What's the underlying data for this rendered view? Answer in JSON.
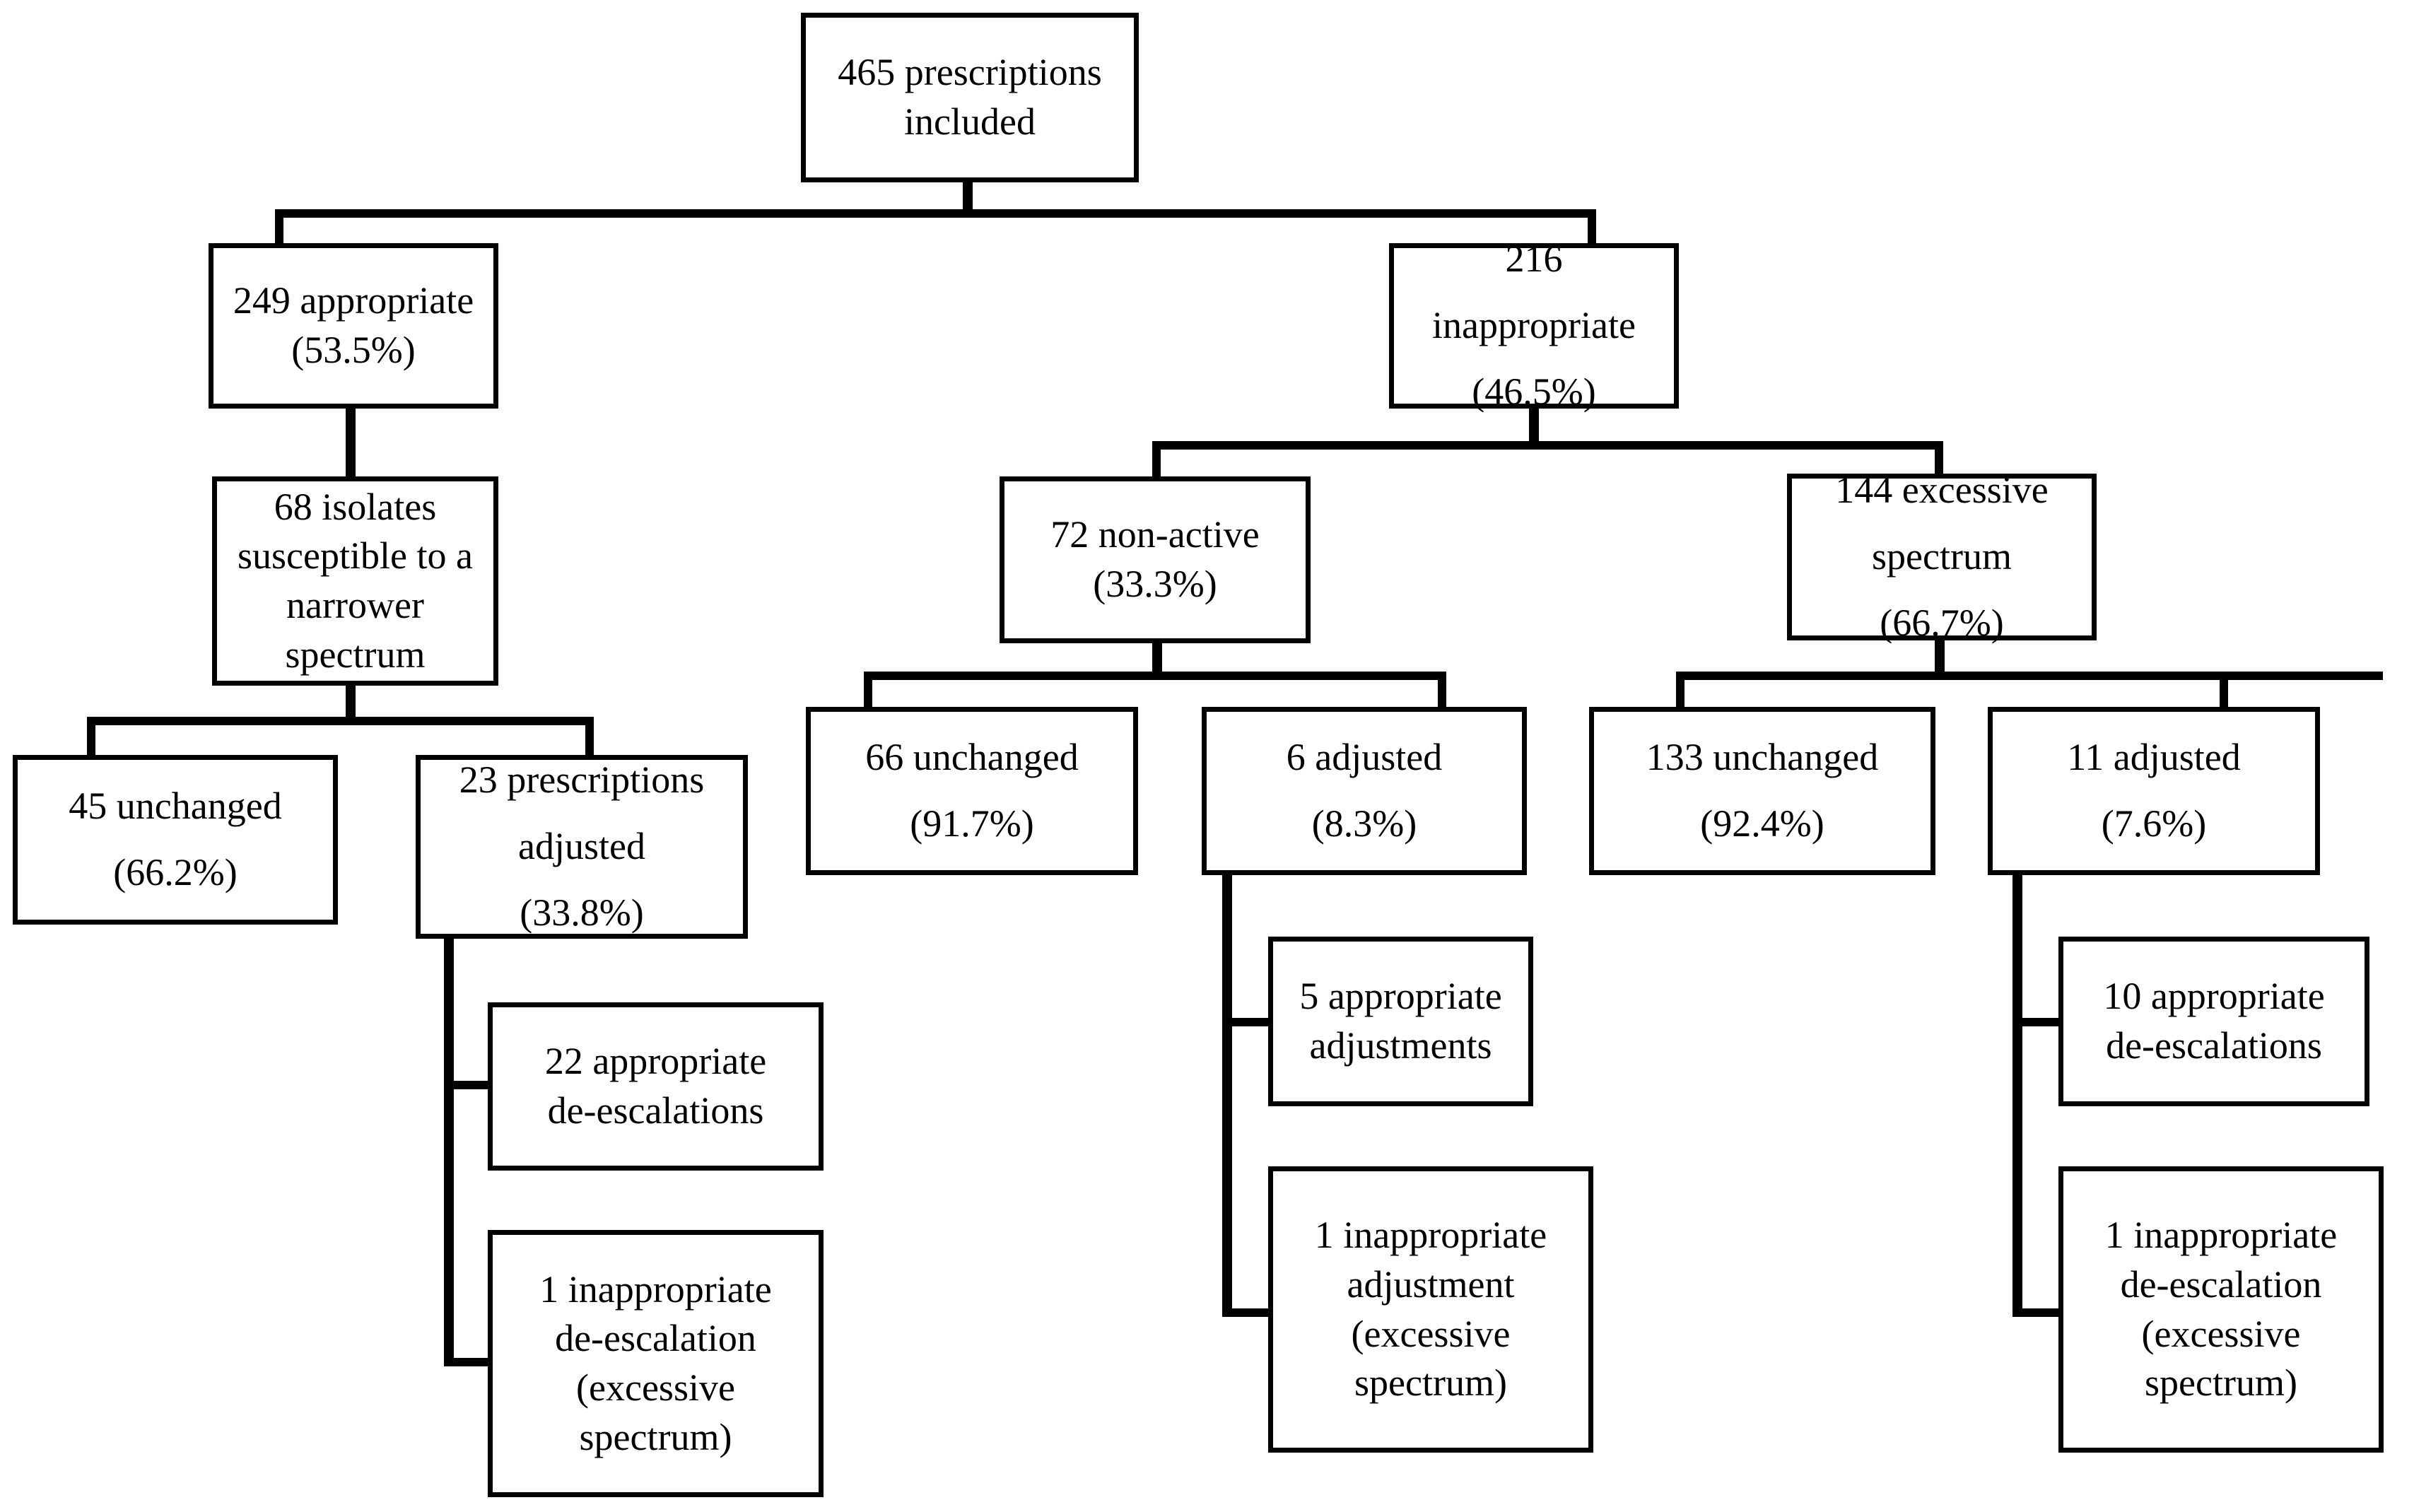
{
  "diagram": {
    "title": "Prescription appropriateness and adjustment flowchart",
    "line_color": "#000000",
    "box_border_color": "#000000",
    "box_fill_color": "#ffffff",
    "background_color": "#ffffff"
  },
  "nodes": {
    "root": {
      "name": "total-prescriptions",
      "lines": [
        "465 prescriptions",
        "included"
      ]
    },
    "appropriate": {
      "name": "appropriate-prescriptions",
      "lines": [
        "249 appropriate",
        "(53.5%)"
      ],
      "count": 249,
      "percent": "53.5%"
    },
    "inappropriate": {
      "name": "inappropriate-prescriptions",
      "lines": [
        "216",
        "inappropriate",
        "(46.5%)"
      ],
      "count": 216,
      "percent": "46.5%"
    },
    "isolates": {
      "name": "isolates-susceptible-narrower",
      "lines": [
        "68 isolates",
        "susceptible  to a",
        "narrower",
        "spectrum"
      ],
      "count": 68
    },
    "nonactive": {
      "name": "non-active-prescriptions",
      "lines": [
        "72 non-active",
        "(33.3%)"
      ],
      "count": 72,
      "percent": "33.3%"
    },
    "excessive": {
      "name": "excessive-spectrum-prescriptions",
      "lines": [
        "144 excessive",
        "spectrum",
        "(66.7%)"
      ],
      "count": 144,
      "percent": "66.7%"
    },
    "unchanged45": {
      "name": "narrower-unchanged",
      "lines": [
        "45 unchanged",
        "(66.2%)"
      ],
      "count": 45,
      "percent": "66.2%"
    },
    "adjusted23": {
      "name": "narrower-adjusted",
      "lines": [
        "23 prescriptions",
        "adjusted",
        "(33.8%)"
      ],
      "count": 23,
      "percent": "33.8%"
    },
    "unchanged66": {
      "name": "non-active-unchanged",
      "lines": [
        "66 unchanged",
        "(91.7%)"
      ],
      "count": 66,
      "percent": "91.7%"
    },
    "adjusted6": {
      "name": "non-active-adjusted",
      "lines": [
        "6 adjusted",
        "(8.3%)"
      ],
      "count": 6,
      "percent": "8.3%"
    },
    "unchanged133": {
      "name": "excessive-unchanged",
      "lines": [
        "133 unchanged",
        "(92.4%)"
      ],
      "count": 133,
      "percent": "92.4%"
    },
    "adjusted11": {
      "name": "excessive-adjusted",
      "lines": [
        "11 adjusted",
        "(7.6%)"
      ],
      "count": 11,
      "percent": "7.6%"
    },
    "deesc22": {
      "name": "appropriate-de-escalations-22",
      "lines": [
        "22 appropriate",
        "de-escalations"
      ],
      "count": 22
    },
    "deesc1left": {
      "name": "inappropriate-de-escalation-1-left",
      "lines": [
        "1 inappropriate",
        "de-escalation",
        "(excessive",
        "spectrum)"
      ],
      "count": 1
    },
    "adj5": {
      "name": "appropriate-adjustments-5",
      "lines": [
        "5 appropriate",
        "adjustments"
      ],
      "count": 5
    },
    "adj1": {
      "name": "inappropriate-adjustment-1",
      "lines": [
        "1 inappropriate",
        "adjustment",
        "(excessive",
        "spectrum)"
      ],
      "count": 1
    },
    "deesc10": {
      "name": "appropriate-de-escalations-10",
      "lines": [
        "10 appropriate",
        "de-escalations"
      ],
      "count": 10
    },
    "deesc1right": {
      "name": "inappropriate-de-escalation-1-right",
      "lines": [
        "1 inappropriate",
        "de-escalation",
        "(excessive",
        "spectrum)"
      ],
      "count": 1
    }
  }
}
